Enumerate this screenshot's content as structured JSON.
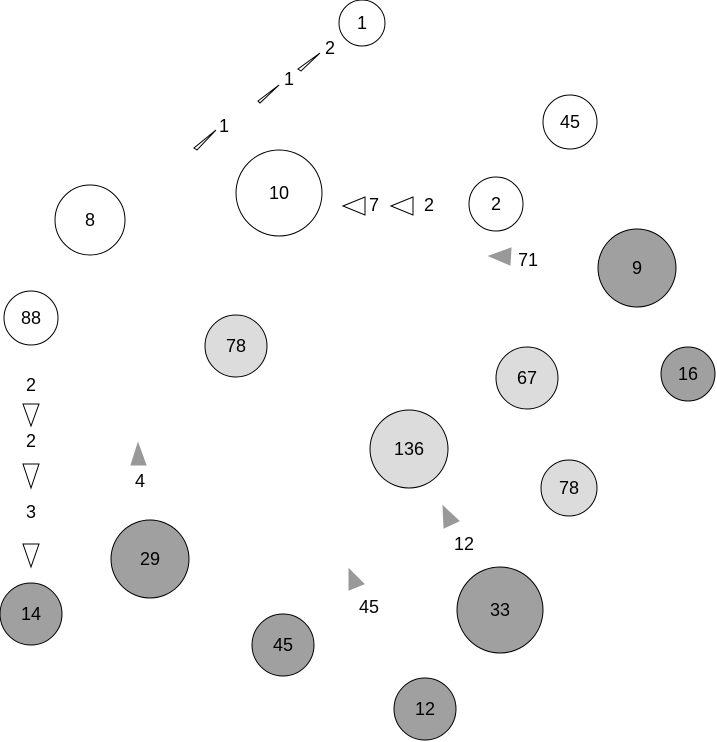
{
  "colors": {
    "white": "#ffffff",
    "light": "#dcdcdc",
    "dark": "#a0a0a0",
    "arrow_gray": "#999999",
    "stroke": "#000000"
  },
  "nodes": [
    {
      "label": "1",
      "fill": "white"
    },
    {
      "label": "45",
      "fill": "white"
    },
    {
      "label": "10",
      "fill": "white"
    },
    {
      "label": "2",
      "fill": "white"
    },
    {
      "label": "8",
      "fill": "white"
    },
    {
      "label": "9",
      "fill": "dark"
    },
    {
      "label": "88",
      "fill": "white"
    },
    {
      "label": "78",
      "fill": "light"
    },
    {
      "label": "67",
      "fill": "light"
    },
    {
      "label": "16",
      "fill": "dark"
    },
    {
      "label": "136",
      "fill": "light"
    },
    {
      "label": "78",
      "fill": "light"
    },
    {
      "label": "29",
      "fill": "dark"
    },
    {
      "label": "14",
      "fill": "dark"
    },
    {
      "label": "33",
      "fill": "dark"
    },
    {
      "label": "45",
      "fill": "dark"
    },
    {
      "label": "12",
      "fill": "dark"
    }
  ],
  "arrows": [
    {
      "label": "2",
      "style": "hollow",
      "direction": "down-left"
    },
    {
      "label": "1",
      "style": "hollow",
      "direction": "down-left"
    },
    {
      "label": "1",
      "style": "hollow",
      "direction": "down-left"
    },
    {
      "label": "7",
      "style": "hollow",
      "direction": "left"
    },
    {
      "label": "2",
      "style": "hollow",
      "direction": "left"
    },
    {
      "label": "71",
      "style": "filled",
      "direction": "left"
    },
    {
      "label": "2",
      "style": "hollow",
      "direction": "down"
    },
    {
      "label": "2",
      "style": "hollow",
      "direction": "down"
    },
    {
      "label": "3",
      "style": "hollow",
      "direction": "down"
    },
    {
      "label": "4",
      "style": "filled",
      "direction": "up"
    },
    {
      "label": "12",
      "style": "filled",
      "direction": "up-left"
    },
    {
      "label": "45",
      "style": "filled",
      "direction": "up-left"
    }
  ]
}
